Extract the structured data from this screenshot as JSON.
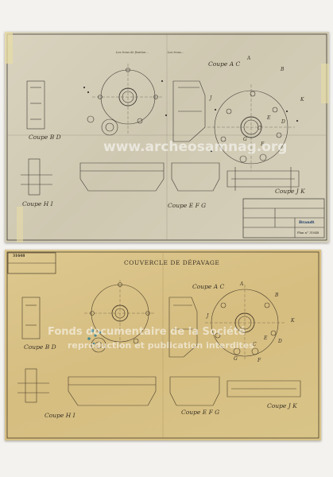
{
  "top_sheet": {
    "labels": {
      "coupe_ac": "Coupe A C",
      "coupe_bd": "Coupe B D",
      "coupe_jk": "Coupe J K",
      "coupe_hi": "Coupe H I",
      "coupe_efg": "Coupe E F G"
    },
    "letters": [
      "A",
      "B",
      "J",
      "K",
      "E",
      "D",
      "C",
      "G",
      "F"
    ],
    "notes": [
      "Les trous de fixation...",
      "Les trous..."
    ],
    "title_block": {
      "brand": "Brandt",
      "drawing_number": "Plan n° 31648"
    }
  },
  "bottom_sheet": {
    "title": "COUVERCLE DE DÉPAVAGE",
    "stamp_ref": "31648",
    "labels": {
      "coupe_ac": "Coupe A C",
      "coupe_bd": "Coupe B D",
      "coupe_hi": "Coupe H I",
      "coupe_efg": "Coupe E F G",
      "coupe_jk": "Coupe J K"
    },
    "letters": [
      "A",
      "B",
      "J",
      "K",
      "E",
      "D",
      "C",
      "G",
      "F"
    ]
  },
  "watermark": {
    "line1": "www.archeosamnag.org",
    "line2": "Fonds documentaire de la Société",
    "line3": "reproduction et publication interdites"
  }
}
